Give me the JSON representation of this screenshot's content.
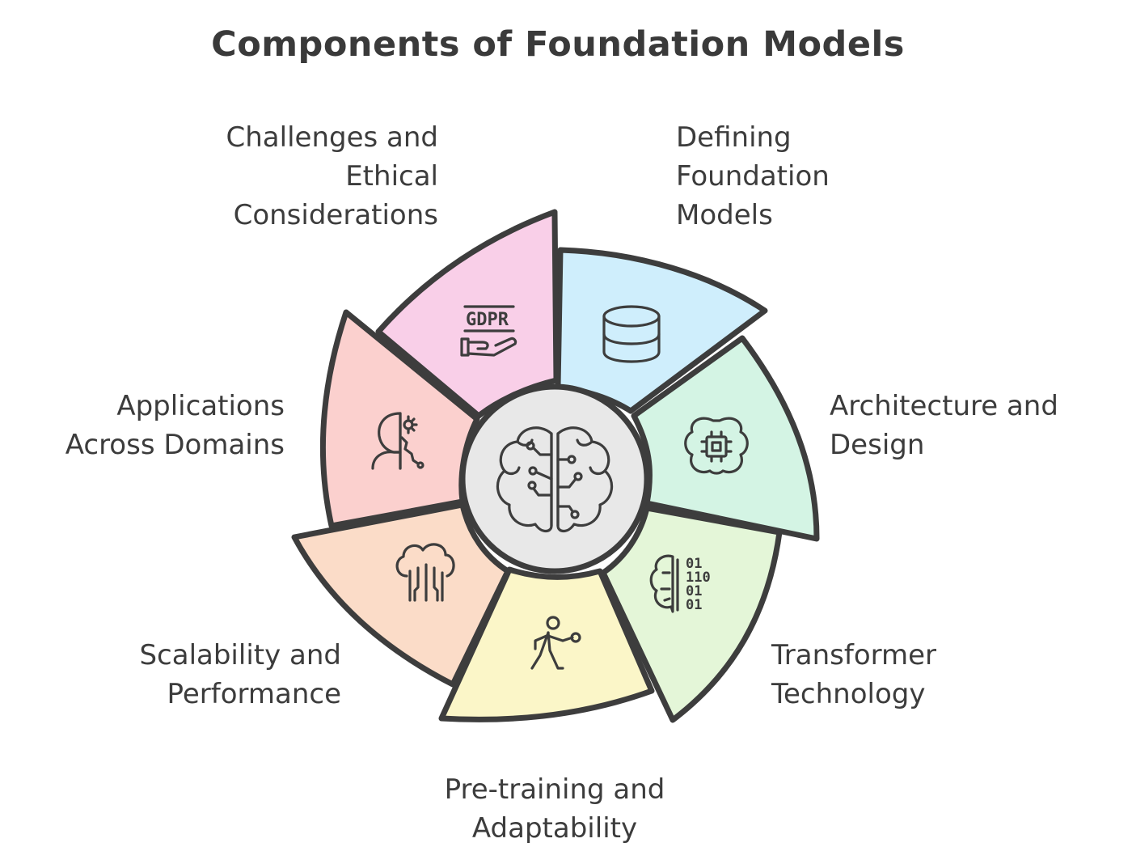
{
  "title": "Components of Foundation Models",
  "segments": [
    {
      "label": "Defining\nFoundation\nModels",
      "color": "#cfeefc",
      "icon": "database-icon"
    },
    {
      "label": "Architecture and\nDesign",
      "color": "#d4f4e4",
      "icon": "brain-chip-icon"
    },
    {
      "label": "Transformer\nTechnology",
      "color": "#e4f6d8",
      "icon": "brain-binary-icon"
    },
    {
      "label": "Pre-training and\nAdaptability",
      "color": "#fbf6c8",
      "icon": "person-training-icon"
    },
    {
      "label": "Scalability and\nPerformance",
      "color": "#fbdcc8",
      "icon": "cloud-circuit-icon"
    },
    {
      "label": "Applications\nAcross Domains",
      "color": "#fbd0ce",
      "icon": "person-gear-icon"
    },
    {
      "label": "Challenges and\nEthical\nConsiderations",
      "color": "#f9cfe8",
      "icon": "gdpr-hand-icon",
      "icon_text": "GDPR"
    }
  ],
  "center": {
    "color": "#e8e8e8",
    "icon": "brain-circuit-icon"
  }
}
